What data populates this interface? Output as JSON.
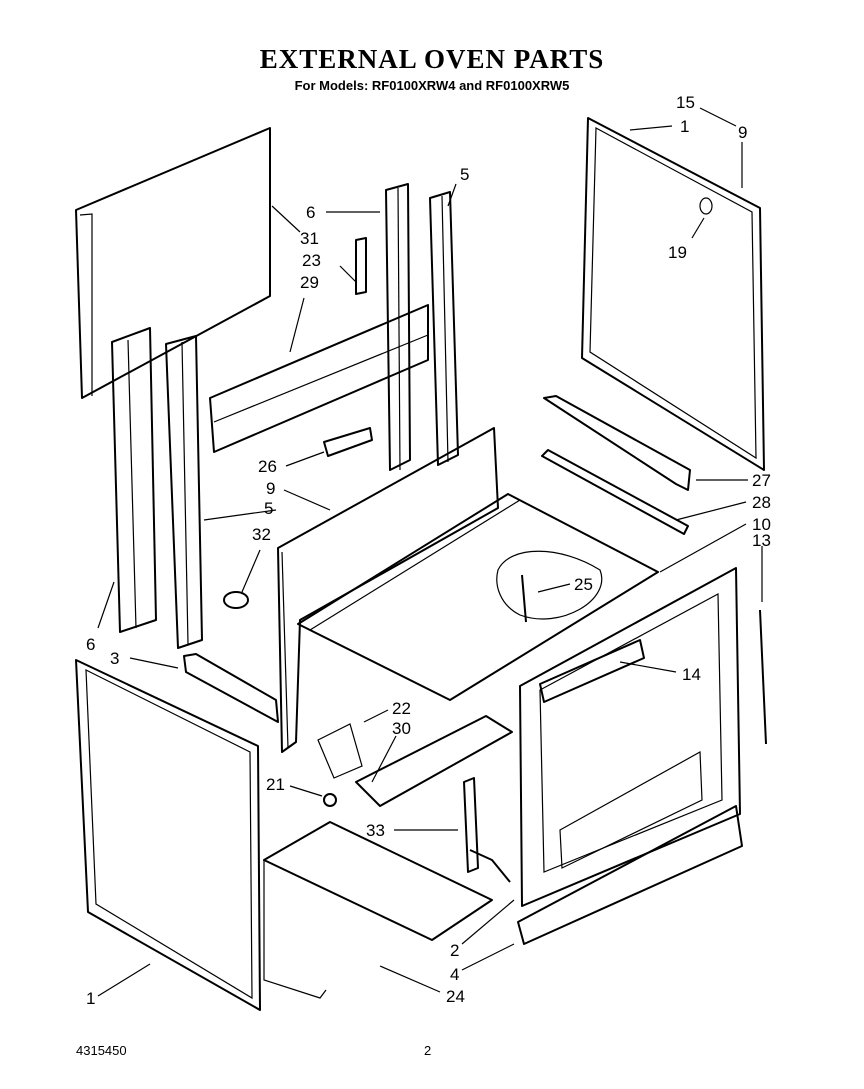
{
  "header": {
    "title": "EXTERNAL OVEN PARTS",
    "subtitle": "For Models: RF0100XRW4 and RF0100XRW5"
  },
  "footer": {
    "part_number": "4315450",
    "page": "2"
  },
  "callouts": {
    "c1_top": "1",
    "c15": "15",
    "c9_top": "9",
    "c19": "19",
    "c5_top": "5",
    "c6_top": "6",
    "c31": "31",
    "c23": "23",
    "c29": "29",
    "c26": "26",
    "c9_mid": "9",
    "c5_mid": "5",
    "c32": "32",
    "c27": "27",
    "c28": "28",
    "c10": "10",
    "c13": "13",
    "c25": "25",
    "c6_bottom": "6",
    "c3": "3",
    "c14": "14",
    "c22": "22",
    "c30": "30",
    "c21": "21",
    "c33": "33",
    "c2": "2",
    "c4": "4",
    "c1_bottom": "1",
    "c24": "24"
  }
}
